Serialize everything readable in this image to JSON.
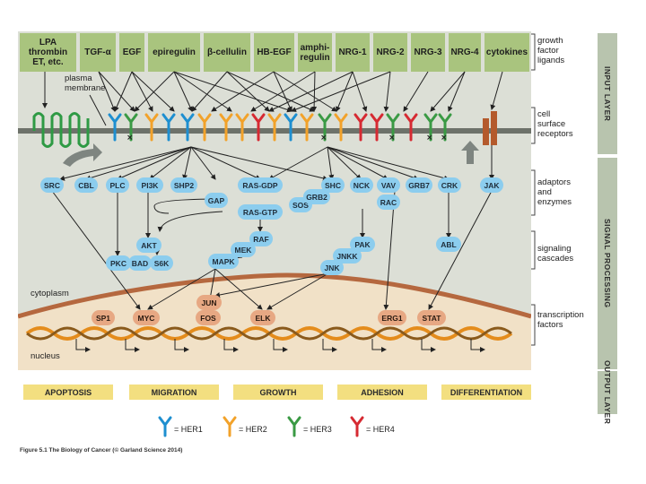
{
  "ligands": [
    "LPA\nthrombin\nET, etc.",
    "TGF-α",
    "EGF",
    "epiregulin",
    "β-cellulin",
    "HB-EGF",
    "amphi-\nregulin",
    "NRG-1",
    "NRG-2",
    "NRG-3",
    "NRG-4",
    "cytokines"
  ],
  "layer_labels": {
    "growth_factor": "growth\nfactor\nligands",
    "receptors": "cell\nsurface\nreceptors",
    "adaptors": "adaptors\nand\nenzymes",
    "cascades": "signaling\ncascades",
    "transcription": "transcription\nfactors"
  },
  "side_labels": {
    "input": "INPUT LAYER",
    "signal": "SIGNAL PROCESSING",
    "output": "OUTPUT LAYER"
  },
  "plasma_membrane": "plasma\nmembrane",
  "cytoplasm": "cytoplasm",
  "nucleus": "nucleus",
  "adaptors": [
    "SRC",
    "CBL",
    "PLC",
    "PI3K",
    "SHP2",
    "RAS-GDP",
    "SHC",
    "NCK",
    "VAV",
    "GRB7",
    "CRK",
    "JAK",
    "GAP",
    "SOS",
    "GRB2",
    "RAS-GTP",
    "RAC"
  ],
  "cascade_nodes": [
    "RAF",
    "AKT",
    "MEK",
    "PAK",
    "JNKK",
    "ABL",
    "PKC",
    "BAD",
    "S6K",
    "MAPK",
    "JNK"
  ],
  "transcription_factors": [
    "JUN",
    "SP1",
    "MYC",
    "FOS",
    "ELK",
    "ERG1",
    "STAT"
  ],
  "outcomes": [
    "APOPTOSIS",
    "MIGRATION",
    "GROWTH",
    "ADHESION",
    "DIFFERENTIATION"
  ],
  "legend": [
    "= HER1",
    "= HER2",
    "= HER3",
    "= HER4"
  ],
  "colors": {
    "her1": "#1e8fd0",
    "her2": "#f2a22a",
    "her3": "#3a9a44",
    "her4": "#d62a32",
    "ligand_box": "#a9c47e",
    "node": "#8ccdee",
    "tf": "#e7a883",
    "outcome": "#f3df80"
  },
  "caption": "Figure 5.1 The Biology of Cancer (© Garland Science 2014)"
}
